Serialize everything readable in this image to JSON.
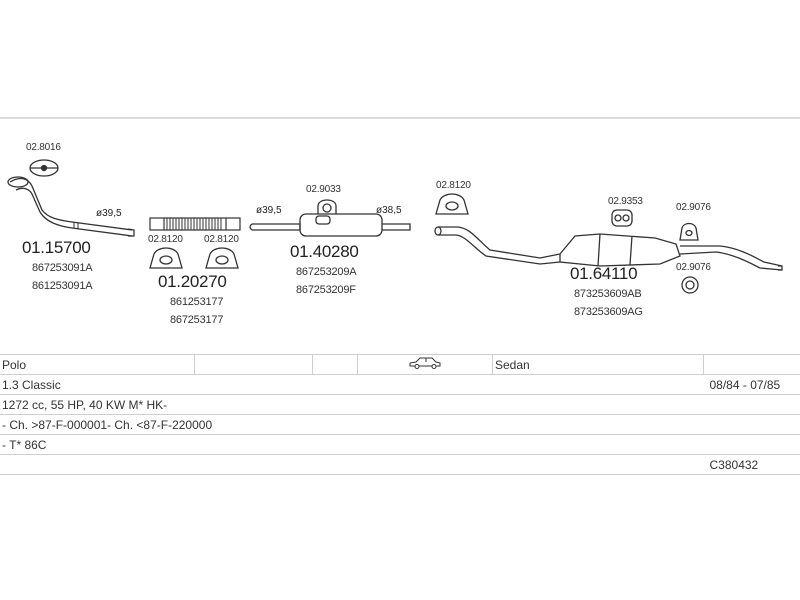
{
  "parts": [
    {
      "part_number": "01.15700",
      "oe_numbers": [
        "867253091A",
        "861253091A"
      ],
      "clamp_code": "02.8016",
      "diameter": "ø39,5"
    },
    {
      "part_number": "01.20270",
      "oe_numbers": [
        "861253177",
        "867253177"
      ],
      "gasket_codes": [
        "02.8120",
        "02.8120"
      ]
    },
    {
      "part_number": "01.40280",
      "oe_numbers": [
        "867253209A",
        "867253209F"
      ],
      "hanger_code": "02.9033",
      "diameters": [
        "ø39,5",
        "ø38,5"
      ]
    },
    {
      "part_number": "01.64110",
      "oe_numbers": [
        "873253609AB",
        "873253609AG"
      ],
      "gasket_code": "02.8120",
      "hanger_codes": [
        "02.9353",
        "02.9076",
        "02.9076"
      ]
    }
  ],
  "vehicle": {
    "model": "Polo",
    "body": "Sedan",
    "engine": "1.3 Classic",
    "years": "08/84 - 07/85",
    "spec": "1272 cc, 55 HP, 40 KW M* HK-",
    "chassis": "- Ch. >87-F-000001- Ch. <87-F-220000",
    "code": "- T* 86C",
    "catalog_no": "C380432",
    "car_icon": "sedan-car-icon"
  },
  "colors": {
    "line": "#333333",
    "rule": "#cfcfcf",
    "text": "#222222"
  }
}
